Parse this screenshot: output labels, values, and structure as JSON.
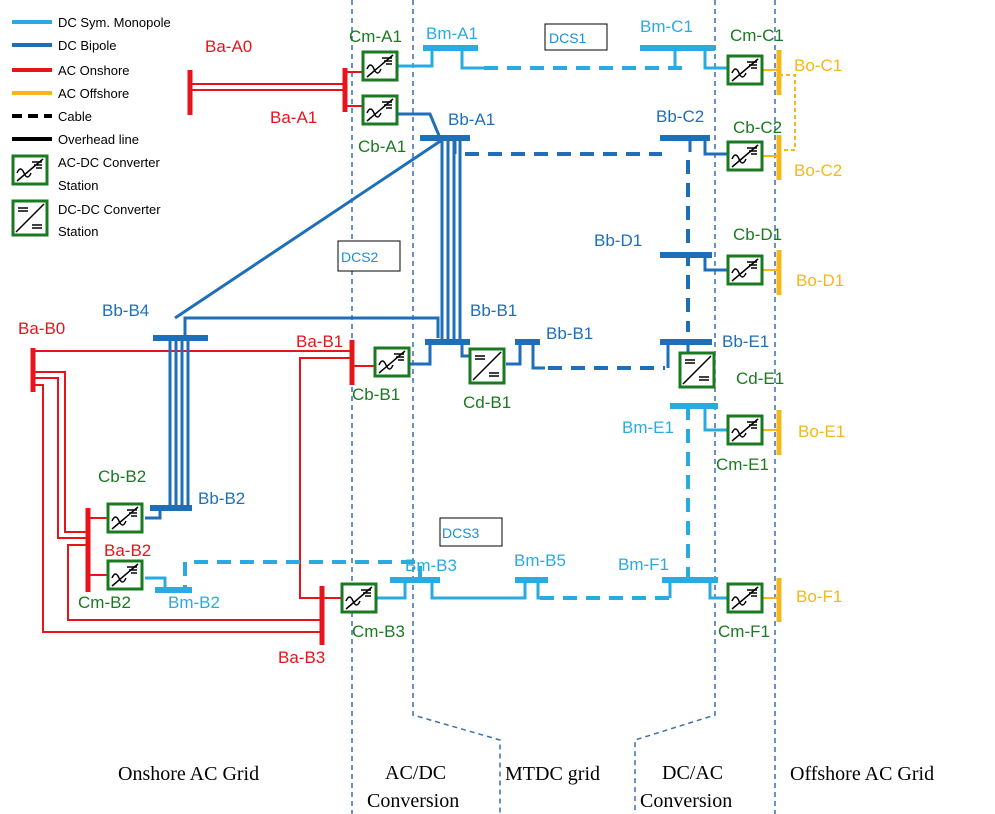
{
  "colors": {
    "dc_monopole": "#29abe2",
    "dc_bipole": "#1f6fb8",
    "ac_onshore": "#e8141c",
    "ac_offshore": "#f7b718",
    "converter": "#1a7a20",
    "converter_label": "#1a7a20",
    "region_line": "#3a6fb0"
  },
  "legend": {
    "dc_sym_monopole": "DC Sym. Monopole",
    "dc_bipole": "DC Bipole",
    "ac_onshore": "AC Onshore",
    "ac_offshore": "AC Offshore",
    "cable": "Cable",
    "overhead_line": "Overhead line",
    "acdc_converter_line1": "AC-DC Converter",
    "acdc_converter_line2": "Station",
    "dcdc_converter_line1": "DC-DC Converter",
    "dcdc_converter_line2": "Station"
  },
  "regions": {
    "onshore": "Onshore AC Grid",
    "acdc_line1": "AC/DC",
    "acdc_line2": "Conversion",
    "mtdc": "MTDC grid",
    "dcac_line1": "DC/AC",
    "dcac_line2": "Conversion",
    "offshore": "Offshore AC Grid"
  },
  "dcs_labels": {
    "dcs1": "DCS1",
    "dcs2": "DCS2",
    "dcs3": "DCS3"
  },
  "buses": {
    "ba_a0": "Ba-A0",
    "ba_a1": "Ba-A1",
    "ba_b0": "Ba-B0",
    "ba_b1": "Ba-B1",
    "ba_b2": "Ba-B2",
    "ba_b3": "Ba-B3",
    "bm_a1": "Bm-A1",
    "bm_c1": "Bm-C1",
    "bm_b2": "Bm-B2",
    "bm_b3": "Bm-B3",
    "bm_b5": "Bm-B5",
    "bm_f1": "Bm-F1",
    "bm_e1": "Bm-E1",
    "bb_a1": "Bb-A1",
    "bb_c2": "Bb-C2",
    "bb_d1": "Bb-D1",
    "bb_b4": "Bb-B4",
    "bb_b1": "Bb-B1",
    "bb_b1_right": "Bb-B1",
    "bb_e1": "Bb-E1",
    "bb_b2": "Bb-B2",
    "bo_c1": "Bo-C1",
    "bo_c2": "Bo-C2",
    "bo_d1": "Bo-D1",
    "bo_e1": "Bo-E1",
    "bo_f1": "Bo-F1"
  },
  "converters": {
    "cm_a1": "Cm-A1",
    "cb_a1": "Cb-A1",
    "cm_c1": "Cm-C1",
    "cb_c2": "Cb-C2",
    "cb_d1": "Cb-D1",
    "cb_b1": "Cb-B1",
    "cd_b1": "Cd-B1",
    "cd_e1": "Cd-E1",
    "cm_e1": "Cm-E1",
    "cb_b2": "Cb-B2",
    "cm_b2": "Cm-B2",
    "cm_b3": "Cm-B3",
    "cm_f1": "Cm-F1"
  }
}
